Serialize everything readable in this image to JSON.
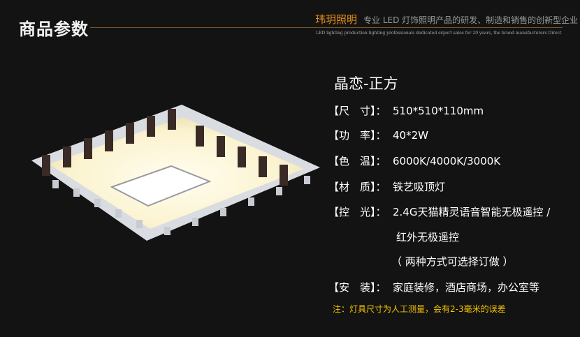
{
  "header": {
    "title": "商品参数",
    "brand": "玮玥照明",
    "slogan": "专业 LED 灯饰照明产品的研发、制造和销售的创新型企业",
    "subtitle": "LED lighting production lighting professionals dedicated export sales for 20 years, the brand manufacturers Direct"
  },
  "product": {
    "name": "晶恋-正方"
  },
  "specs": [
    {
      "label": "【尺　寸】：",
      "value": "510*510*110mm"
    },
    {
      "label": "【功　率】：",
      "value": "40*2W"
    },
    {
      "label": "【色　温】：",
      "value": "6000K/4000K/3000K"
    },
    {
      "label": "【材　质】：",
      "value": "铁艺吸顶灯"
    },
    {
      "label": "【控　光】：",
      "value": "2.4G天猫精灵语音智能无极遥控 /",
      "extra": [
        "红外无极遥控",
        "（ 两种方式可选择订做 ）"
      ]
    },
    {
      "label": "【安　装】：",
      "value": "家庭装修，酒店商场，办公室等"
    }
  ],
  "note": "注：灯具尺寸为人工测量，会有2-3毫米的误差",
  "colors": {
    "accent": "#e8901a",
    "rule": "#7a5520",
    "note": "#f5c400"
  }
}
